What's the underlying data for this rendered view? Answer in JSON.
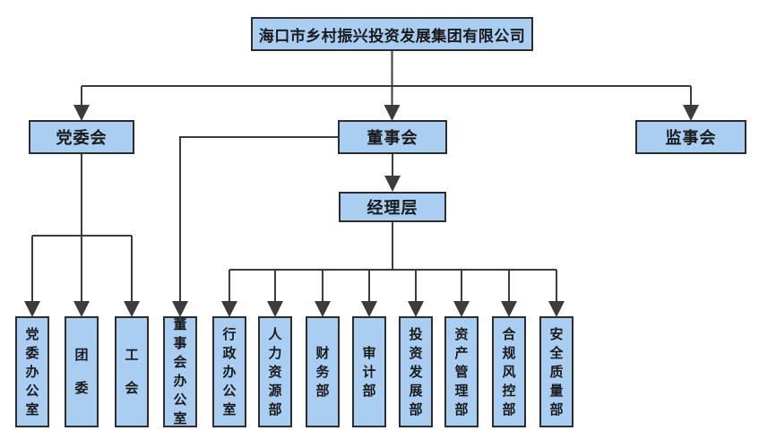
{
  "org": {
    "title": "海口市乡村振兴投资发展集团有限公司",
    "level2": {
      "party": {
        "label": "党委会"
      },
      "board": {
        "label": "董事会"
      },
      "supervisory": {
        "label": "监事会"
      }
    },
    "level3": {
      "management": {
        "label": "经理层"
      }
    },
    "party_departments": [
      "党委办公室",
      "团委",
      "工会"
    ],
    "board_departments": [
      "董事会办公室"
    ],
    "management_departments": [
      "行政办公室",
      "人力资源部",
      "财务部",
      "审计部",
      "投资发展部",
      "资产管理部",
      "合规风控部",
      "安全质量部"
    ],
    "colors": {
      "box_fill": "#a9cef2",
      "box_border": "#2d2d2d",
      "connector": "#3c3c3c",
      "text": "#1a1a1a",
      "background": "#ffffff"
    }
  }
}
